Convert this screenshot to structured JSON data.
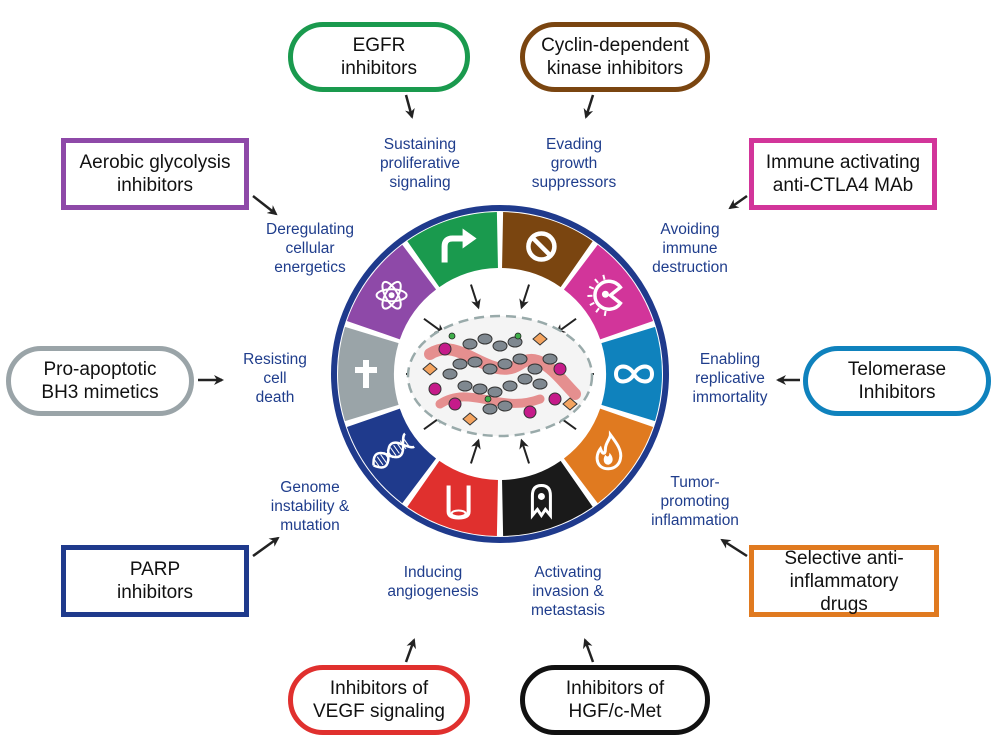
{
  "colors": {
    "ring_border": "#1f3a8c",
    "hallmark_text": "#1f3d8c",
    "arrow": "#222222",
    "segments": [
      "#1a9a4e",
      "#7a4510",
      "#d2359a",
      "#0f82bd",
      "#e07a20",
      "#1a1a1a",
      "#e0302e",
      "#1f3a8c",
      "#9aa4a8",
      "#8e49a8"
    ]
  },
  "drug_boxes": [
    {
      "id": "egfr",
      "label": "EGFR\ninhibitors",
      "color": "#1a9a4e",
      "shape": "rounded"
    },
    {
      "id": "cdk",
      "label": "Cyclin-dependent\nkinase inhibitors",
      "color": "#7a4510",
      "shape": "rounded"
    },
    {
      "id": "immune",
      "label": "Immune activating\nanti-CTLA4 MAb",
      "color": "#d2359a",
      "shape": "square"
    },
    {
      "id": "telomerase",
      "label": "Telomerase\nInhibitors",
      "color": "#0f82bd",
      "shape": "rounded"
    },
    {
      "id": "antiinflammatory",
      "label": "Selective anti-\ninflammatory drugs",
      "color": "#e07a20",
      "shape": "square"
    },
    {
      "id": "hgf",
      "label": "Inhibitors of\nHGF/c-Met",
      "color": "#111111",
      "shape": "rounded"
    },
    {
      "id": "vegf",
      "label": "Inhibitors of\nVEGF signaling",
      "color": "#e0302e",
      "shape": "rounded"
    },
    {
      "id": "parp",
      "label": "PARP\ninhibitors",
      "color": "#1f3a8c",
      "shape": "square"
    },
    {
      "id": "bh3",
      "label": "Pro-apoptotic\nBH3 mimetics",
      "color": "#9aa4a8",
      "shape": "rounded"
    },
    {
      "id": "glycolysis",
      "label": "Aerobic glycolysis\ninhibitors",
      "color": "#8e49a8",
      "shape": "square"
    }
  ],
  "hallmarks": [
    {
      "id": "proliferative",
      "label": "Sustaining\nproliferative\nsignaling",
      "icon": "arrow-up-right-icon"
    },
    {
      "id": "suppressors",
      "label": "Evading\ngrowth\nsuppressors",
      "icon": "prohibition-icon"
    },
    {
      "id": "immune",
      "label": "Avoiding\nimmune\ndestruction",
      "icon": "pacman-cell-icon"
    },
    {
      "id": "immortality",
      "label": "Enabling\nreplicative\nimmortality",
      "icon": "infinity-icon"
    },
    {
      "id": "inflammation",
      "label": "Tumor-\npromoting\ninflammation",
      "icon": "flame-icon"
    },
    {
      "id": "invasion",
      "label": "Activating\ninvasion &\nmetastasis",
      "icon": "ghost-cell-icon"
    },
    {
      "id": "angiogenesis",
      "label": "Inducing\nangiogenesis",
      "icon": "vessel-icon"
    },
    {
      "id": "genome",
      "label": "Genome\ninstability &\nmutation",
      "icon": "dna-helix-icon"
    },
    {
      "id": "death",
      "label": "Resisting\ncell\ndeath",
      "icon": "cross-icon"
    },
    {
      "id": "energetics",
      "label": "Deregulating\ncellular\nenergetics",
      "icon": "atom-icon"
    }
  ],
  "center": {
    "icon": "tumor-microenvironment-icon"
  }
}
